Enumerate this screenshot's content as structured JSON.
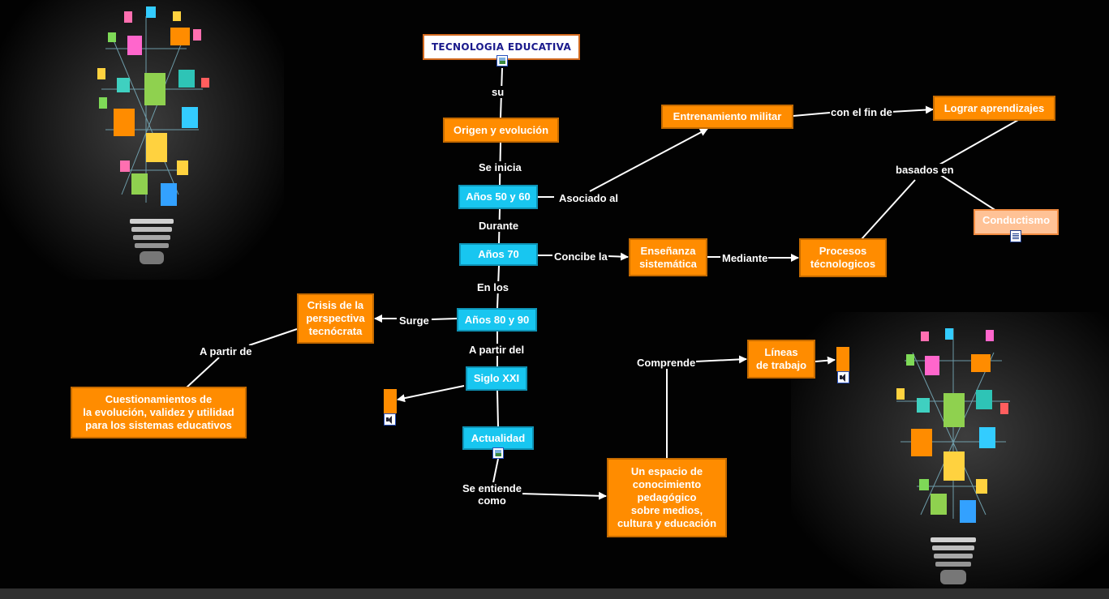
{
  "title": "TECNOLOGIA EDUCATIVA",
  "nodes": {
    "origen": "Origen y evolución",
    "anos5060": "Años 50 y 60",
    "anos70": "Años 70",
    "anos8090": "Años 80 y 90",
    "siglo": "Siglo XXI",
    "actualidad": "Actualidad",
    "entrenamiento": "Entrenamiento militar",
    "lograr": "Lograr aprendizajes",
    "conductismo": "Conductismo",
    "ensenanza": "Enseñanza\nsistemática",
    "procesos": "Procesos\ntécnologicos",
    "crisis": "Crisis de la\nperspectiva\ntecnócrata",
    "cuestionamientos": "Cuestionamientos de\nla evolución, validez y utilidad\npara los sistemas educativos",
    "lineas": "Líneas\nde trabajo",
    "espacio": "Un espacio de\nconocimiento\npedagógico\nsobre medios,\ncultura y educación"
  },
  "links": {
    "su": "su",
    "se_inicia": "Se inicia",
    "durante": "Durante",
    "en_los": "En   los",
    "a_partir_del": "A partir del",
    "asociado_al": "Asociado al",
    "con_el_fin_de": "con el fin de",
    "basados_en": "basados en",
    "concibe_la": "Concibe la",
    "mediante": "Mediante",
    "surge": "Surge",
    "a_partir_de": "A partir de",
    "comprende": "Comprende",
    "se_entiende_como": "Se entiende\ncomo"
  },
  "icons": [
    "image-icon",
    "document-icon",
    "sound-icon",
    "lightbulb-icon"
  ],
  "colors": {
    "background": "#020202",
    "concept_orange": "#ff8c00",
    "concept_cyan": "#18c6f0",
    "concept_peach": "#ffc296",
    "title_text": "#1a1a8c",
    "line": "#ffffff"
  }
}
